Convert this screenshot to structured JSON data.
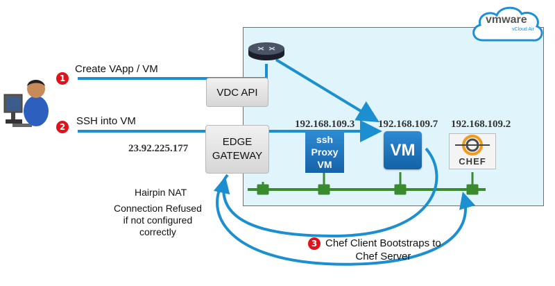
{
  "steps": [
    {
      "number": "1",
      "label": "Create VApp / VM"
    },
    {
      "number": "2",
      "label": "SSH into VM"
    },
    {
      "number": "3",
      "label": "Chef Client Bootstraps to\nChef Server"
    }
  ],
  "boxes": {
    "vdc_api": "VDC API",
    "edge_gateway": "EDGE\nGATEWAY",
    "ssh_proxy": "ssh\nProxy\nVM",
    "vm": "VM",
    "chef": "CHEF"
  },
  "ips": {
    "public": "23.92.225.177",
    "ssh_proxy": "192.168.109.3",
    "vm": "192.168.109.7",
    "chef": "192.168.109.2"
  },
  "annotations": {
    "hairpin": "Hairpin NAT",
    "refused": "Connection Refused\nif not configured\ncorrectly"
  },
  "cloud_logo": {
    "brand": "vmware",
    "sub": "vCloud Air"
  },
  "colors": {
    "cloud_fill": "#dff4fb",
    "arrow": "#1b8fd0",
    "network": "#3a8a2e",
    "marker": "#e0131b"
  }
}
